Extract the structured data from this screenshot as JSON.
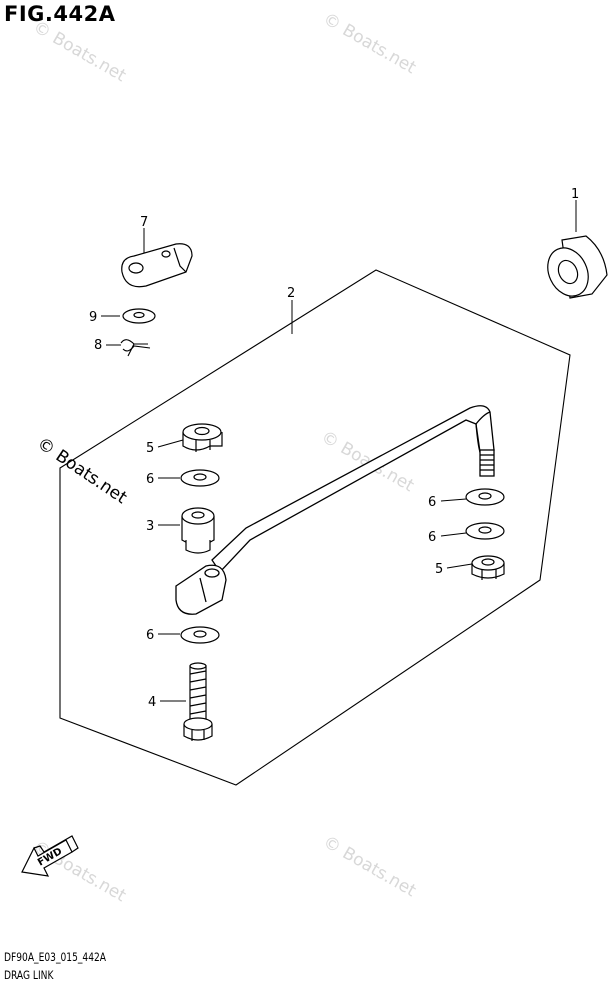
{
  "figure": {
    "title": "FIG.442A"
  },
  "footer": {
    "code": "DF90A_E03_015_442A",
    "caption": "DRAG LINK"
  },
  "watermarks": {
    "faint": "© Boats.net",
    "copyright": "© Boats.net"
  },
  "fwd": {
    "label": "FWD"
  },
  "callouts": {
    "c1": "1",
    "c2": "2",
    "c3": "3",
    "c4": "4",
    "c5a": "5",
    "c5b": "5",
    "c6a": "6",
    "c6b": "6",
    "c6c": "6",
    "c6d": "6",
    "c7": "7",
    "c8": "8",
    "c9": "9"
  },
  "colors": {
    "line": "#000000",
    "watermark": "#d8d8d8",
    "paper": "#ffffff"
  }
}
